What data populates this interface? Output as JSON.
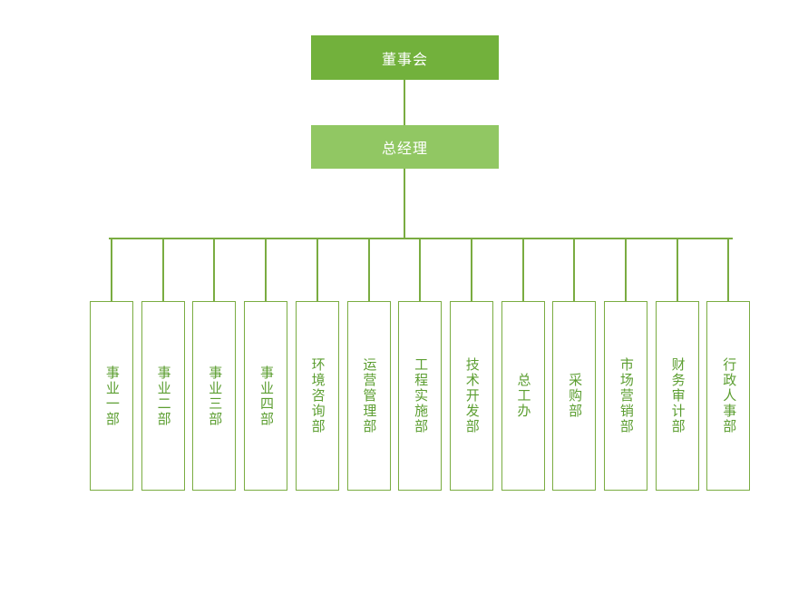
{
  "chart_data": {
    "type": "diagram",
    "title": "",
    "orientation": "top-down",
    "levels": [
      {
        "level": 1,
        "nodes": [
          {
            "id": "board",
            "label": "董事会",
            "fill": "#72b13c",
            "text_color": "#ffffff"
          }
        ]
      },
      {
        "level": 2,
        "nodes": [
          {
            "id": "gm",
            "label": "总经理",
            "fill": "#91c763",
            "text_color": "#ffffff"
          }
        ]
      },
      {
        "level": 3,
        "nodes": [
          {
            "id": "dept-1",
            "label": "事业一部"
          },
          {
            "id": "dept-2",
            "label": "事业二部"
          },
          {
            "id": "dept-3",
            "label": "事业三部"
          },
          {
            "id": "dept-4",
            "label": "事业四部"
          },
          {
            "id": "dept-5",
            "label": "环境咨询部"
          },
          {
            "id": "dept-6",
            "label": "运营管理部"
          },
          {
            "id": "dept-7",
            "label": "工程实施部"
          },
          {
            "id": "dept-8",
            "label": "技术开发部"
          },
          {
            "id": "dept-9",
            "label": "总工办"
          },
          {
            "id": "dept-10",
            "label": "采购部"
          },
          {
            "id": "dept-11",
            "label": "市场营销部"
          },
          {
            "id": "dept-12",
            "label": "财务审计部"
          },
          {
            "id": "dept-13",
            "label": "行政人事部"
          }
        ]
      }
    ],
    "edges": [
      {
        "from": "board",
        "to": "gm"
      },
      {
        "from": "gm",
        "to": "dept-bus"
      }
    ],
    "colors": {
      "board_fill": "#72b13c",
      "gm_fill": "#91c763",
      "connector": "#7aac41",
      "dept_border": "#7aac41",
      "dept_fill": "#ffffff",
      "dept_text": "#5c9e31",
      "background": "#ffffff"
    }
  },
  "org": {
    "board": {
      "label": "董事会"
    },
    "gm": {
      "label": "总经理"
    },
    "departments": [
      {
        "label": "事业一部"
      },
      {
        "label": "事业二部"
      },
      {
        "label": "事业三部"
      },
      {
        "label": "事业四部"
      },
      {
        "label": "环境咨询部"
      },
      {
        "label": "运营管理部"
      },
      {
        "label": "工程实施部"
      },
      {
        "label": "技术开发部"
      },
      {
        "label": "总工办"
      },
      {
        "label": "采购部"
      },
      {
        "label": "市场营销部"
      },
      {
        "label": "财务审计部"
      },
      {
        "label": "行政人事部"
      }
    ]
  }
}
